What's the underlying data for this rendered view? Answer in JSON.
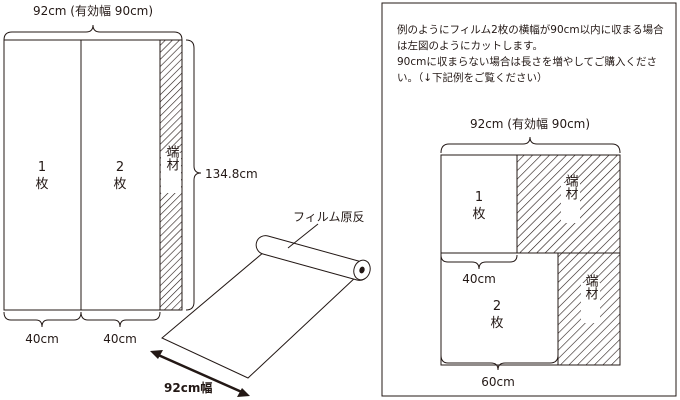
{
  "left_diagram": {
    "width_label": "92cm (有効幅 90cm)",
    "height_label": "134.8cm",
    "piece_1": {
      "num": "1",
      "unit": "枚"
    },
    "piece_2": {
      "num": "2",
      "unit": "枚"
    },
    "offcut_label": "端材",
    "dim_piece_1": "40cm",
    "dim_piece_2": "40cm"
  },
  "roll": {
    "label": "フィルム原反",
    "width_label": "92cm幅"
  },
  "right_panel": {
    "note_lines": [
      "例のようにフィルム2枚の横幅が90cm以内に収まる場合は左図のようにカットします。",
      "90cmに収まらない場合は長さを増やしてご購入ください。（↓下記例をご覧ください）"
    ],
    "width_label": "92cm (有効幅 90cm)",
    "piece_1": {
      "num": "1",
      "unit": "枚"
    },
    "piece_2": {
      "num": "2",
      "unit": "枚"
    },
    "offcut_label_1": "端材",
    "offcut_label_2": "端材",
    "dim_40": "40cm",
    "dim_60": "60cm"
  }
}
